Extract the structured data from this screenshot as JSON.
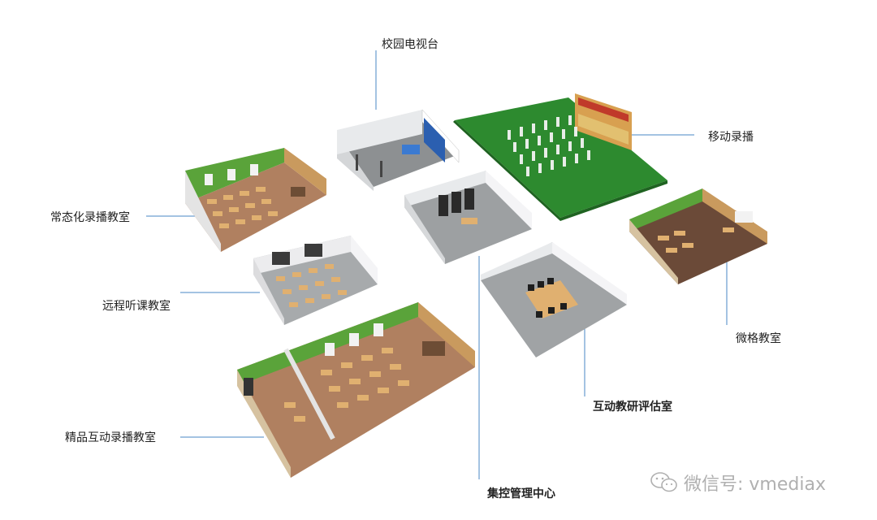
{
  "labels": {
    "campus_tv": "校园电视台",
    "mobile_recording": "移动录播",
    "normal_recording_classroom": "常态化录播教室",
    "remote_listening_classroom": "远程听课教室",
    "premium_interactive_classroom": "精品互动录播教室",
    "central_control_center": "集控管理中心",
    "interactive_research_room": "互动教研评估室",
    "micro_classroom": "微格教室"
  },
  "watermark": {
    "text": "微信号: vmediax",
    "icon": "wechat-icon"
  },
  "colors": {
    "line": "#4a87c4",
    "grass": "#2d8a2f",
    "green_wall": "#5aa33a",
    "wood_wall": "#c99a5e",
    "floor_wood": "#b08060",
    "floor_gray": "#9da0a2",
    "desk": "#e0b070"
  }
}
